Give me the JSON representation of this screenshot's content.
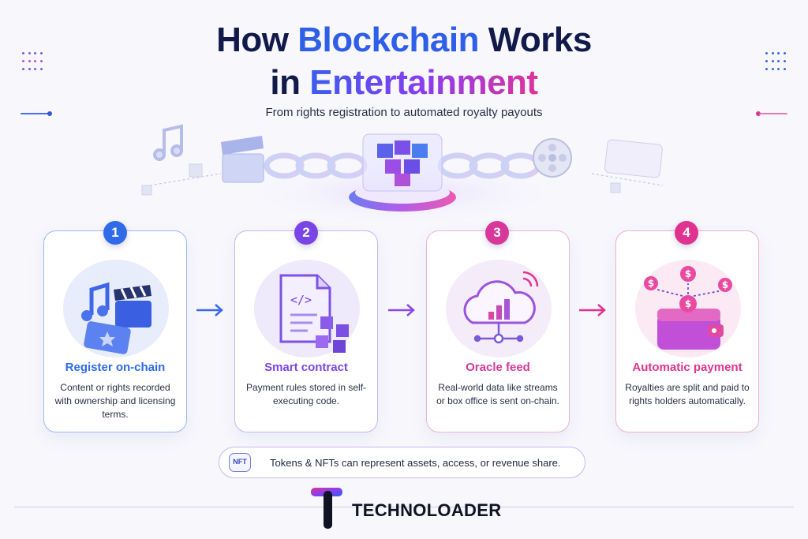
{
  "header": {
    "title_part1": "How ",
    "title_part2": "Blockchain",
    "title_part3": " Works",
    "title_part4": "in ",
    "title_part5": "Entertainment",
    "subtitle": "From rights registration to automated royalty payouts"
  },
  "steps": [
    {
      "number": "1",
      "title": "Register on-chain",
      "description": "Content or rights recorded with ownership and licensing terms.",
      "color": "#2f6ae8"
    },
    {
      "number": "2",
      "title": "Smart contract",
      "description": "Payment rules stored in self-executing code.",
      "color": "#7a45e6"
    },
    {
      "number": "3",
      "title": "Oracle feed",
      "description": "Real-world data like streams or box office is sent on-chain.",
      "color": "#d8389a"
    },
    {
      "number": "4",
      "title": "Automatic payment",
      "description": "Royalties are split and paid to rights holders automatically.",
      "color": "#e0338f"
    }
  ],
  "note": {
    "badge": "NFT",
    "text": "Tokens & NFTs can represent assets, access, or revenue share."
  },
  "brand": {
    "name": "TECHNOLOADER"
  },
  "colors": {
    "navy": "#121a4a",
    "blue": "#2f5ee8",
    "purple": "#7a45e6",
    "magenta": "#e0338f"
  }
}
